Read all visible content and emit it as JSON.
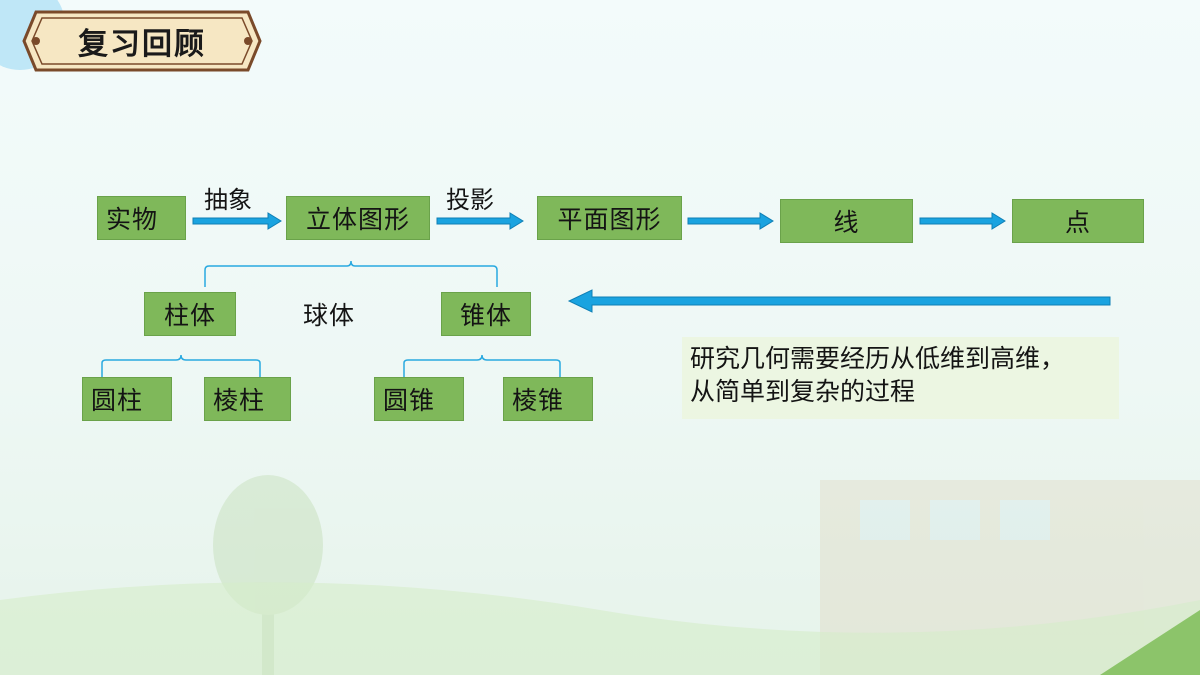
{
  "header": {
    "title": "复习回顾"
  },
  "diagram": {
    "main_flow": [
      "实物",
      "立体图形",
      "平面图形",
      "线",
      "点"
    ],
    "arrow_labels": {
      "abstract": "抽象",
      "projection": "投影"
    },
    "solid_types": [
      "柱体",
      "球体",
      "锥体"
    ],
    "prism_types": [
      "圆柱",
      "棱柱"
    ],
    "cone_types": [
      "圆锥",
      "棱锥"
    ],
    "note": {
      "line1": "研究几何需要经历从低维到高维，",
      "line2": "从简单到复杂的过程"
    }
  },
  "colors": {
    "box_fill": "#7fb85a",
    "arrow": "#1aa3e0",
    "bracket": "#29a9e0",
    "badge_fill": "#f6e7c3",
    "badge_border": "#7a4a2a"
  },
  "icons": [
    "arrow-right-icon",
    "arrow-left-icon",
    "bracket-icon"
  ]
}
